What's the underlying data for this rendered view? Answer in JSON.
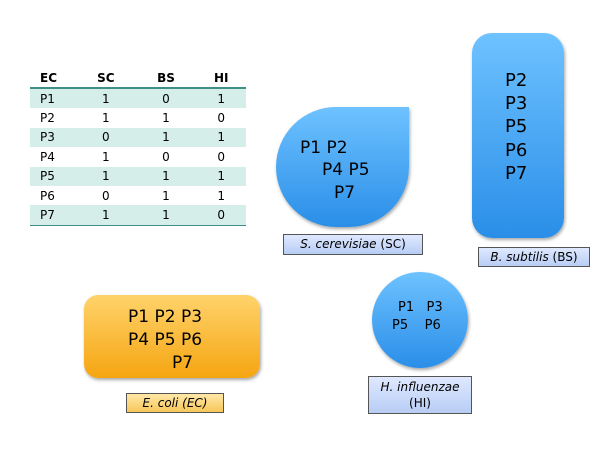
{
  "table": {
    "headers": [
      "EC",
      "SC",
      "BS",
      "HI"
    ],
    "rows": [
      [
        "P1",
        "1",
        "0",
        "1"
      ],
      [
        "P2",
        "1",
        "1",
        "0"
      ],
      [
        "P3",
        "0",
        "1",
        "1"
      ],
      [
        "P4",
        "1",
        "0",
        "0"
      ],
      [
        "P5",
        "1",
        "1",
        "1"
      ],
      [
        "P6",
        "0",
        "1",
        "1"
      ],
      [
        "P7",
        "1",
        "1",
        "0"
      ]
    ]
  },
  "sc_shape": {
    "line1": "P1 P2",
    "line2": "P4 P5",
    "line3": "P7"
  },
  "sc_label": {
    "name": "S. cerevisiae",
    "abbr": "(SC)"
  },
  "bs_shape": {
    "lines": [
      "P2",
      "P3",
      "P5",
      "P6",
      "P7"
    ]
  },
  "bs_label": {
    "name": "B. subtilis",
    "abbr": "(BS)"
  },
  "ec_shape": {
    "line1": "P1 P2 P3",
    "line2": "P4 P5 P6",
    "line3": "P7"
  },
  "ec_label": {
    "name": "E. coli (EC)"
  },
  "hi_shape": {
    "line1": "P1   P3",
    "line2": "P5    P6"
  },
  "hi_label": {
    "name": "H. influenzae",
    "abbr": "(HI)"
  },
  "colors": {
    "blue_top": "#6ec2ff",
    "blue_bottom": "#2a8ee8",
    "orange_top": "#ffd36b",
    "orange_bottom": "#f5a511",
    "table_rule": "#3f8f86",
    "table_stripe": "#d6eeea"
  }
}
